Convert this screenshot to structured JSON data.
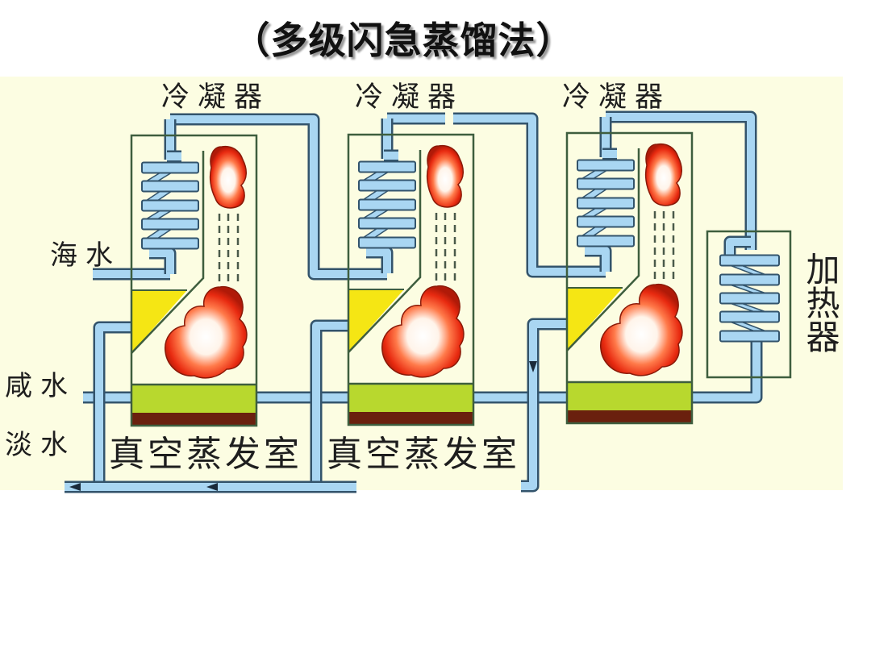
{
  "title": "（多级闪急蒸馏法）",
  "diagram": {
    "condenser_labels": [
      "冷凝器",
      "冷凝器",
      "冷凝器"
    ],
    "seawater_label": "海水",
    "brine_label": "咸水",
    "freshwater_label": "淡水",
    "chamber_labels": [
      "真空蒸发室",
      "真空蒸发室"
    ],
    "heater_label": "加热器",
    "stage_count": 3
  },
  "colors": {
    "background": "#fcfde2",
    "pipe_fill": "#a9d6f2",
    "pipe_edge": "#33546c",
    "chamber_wall": "#3e5e3e",
    "brine_layer": "#b8d82e",
    "sediment_layer": "#6a200e",
    "collection_tray": "#f5e614",
    "flame_edge": "#e82a10",
    "text": "#1e1e1e"
  }
}
